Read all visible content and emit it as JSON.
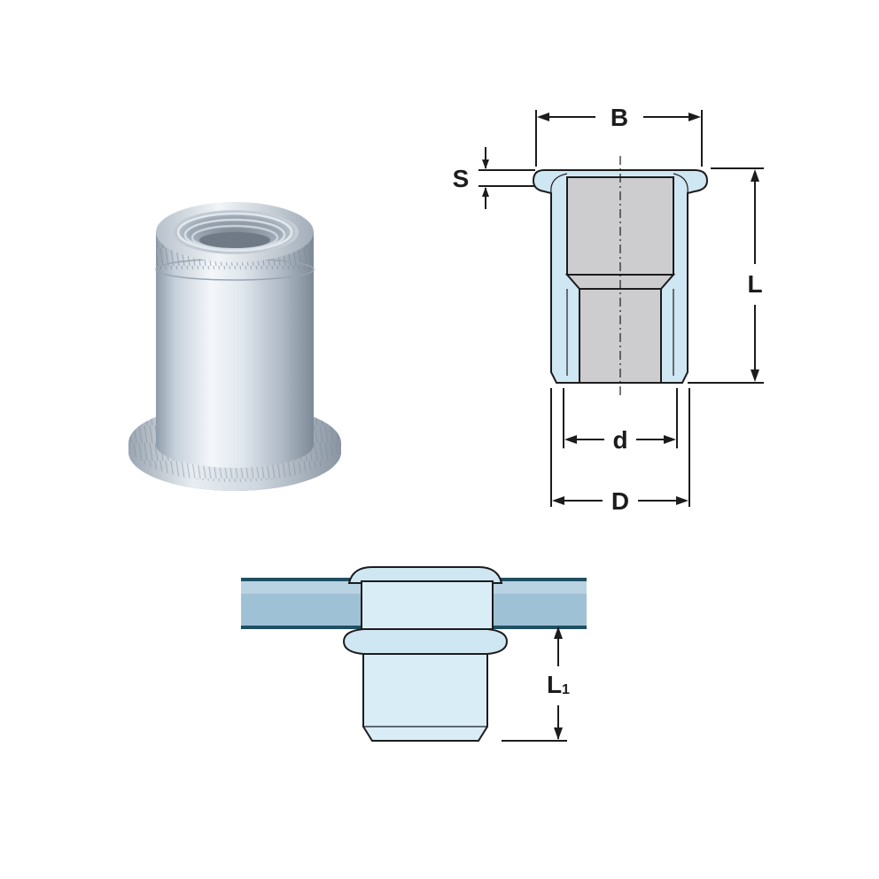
{
  "labels": {
    "B": "B",
    "S": "S",
    "L": "L",
    "d": "d",
    "D": "D",
    "L1_main": "L",
    "L1_sub": "1"
  },
  "colors": {
    "line": "#1c1c1c",
    "light_blue": "#cfe6f3",
    "bore_grey": "#cdcdd0",
    "sheet_blue": "#9fc1d6",
    "sheet_edge": "#1f4f63",
    "metal_light": "#eef3f7",
    "metal_mid": "#c2ccd6",
    "metal_dark": "#8e9aa8"
  }
}
